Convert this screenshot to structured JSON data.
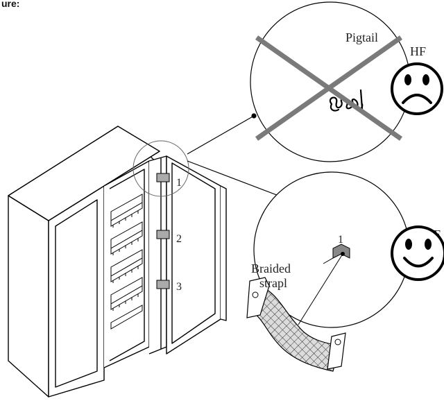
{
  "header": {
    "caption_fragment": "ure:"
  },
  "bad_detail": {
    "label": "Pigtail",
    "freq_label": "HF",
    "face": "sad-face-icon"
  },
  "good_detail": {
    "freq_label": "LF-HF",
    "strap_label_line1": "Braided",
    "strap_label_line2": "strapl",
    "strap_number": "1",
    "face": "happy-face-icon"
  },
  "hinges": [
    {
      "number": "1"
    },
    {
      "number": "2"
    },
    {
      "number": "3"
    }
  ],
  "colors": {
    "cross": "#7a7a7a",
    "line": "#000000",
    "mesh_fill": "#d9d9d9"
  }
}
